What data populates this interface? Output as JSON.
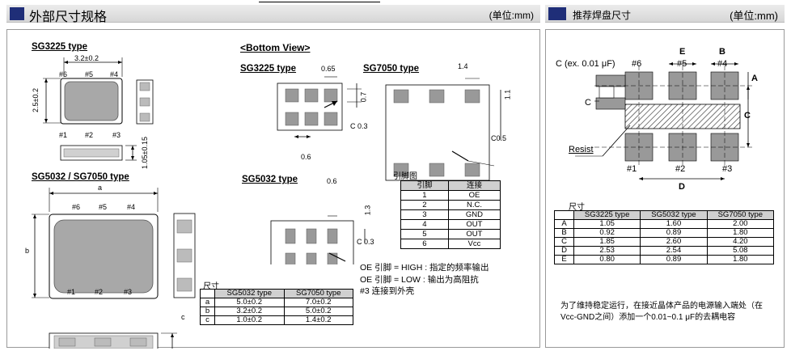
{
  "left_header": {
    "title": "外部尺寸规格",
    "unit": "(单位:mm)"
  },
  "right_header": {
    "title": "推荐焊盘尺寸",
    "unit": "(单位:mm)"
  },
  "sg3225": {
    "title": "SG3225 type",
    "width_dim": "3.2±0.2",
    "height_dim": "2.5±0.2",
    "thickness_dim": "1.05±0.15",
    "pins_top": [
      "#6",
      "#5",
      "#4"
    ],
    "pins_bottom": [
      "#1",
      "#2",
      "#3"
    ]
  },
  "sg5032": {
    "title": "SG5032 / SG7050 type",
    "a_label": "a",
    "b_label": "b",
    "c_label": "c",
    "pins_top": [
      "#6",
      "#5",
      "#4"
    ],
    "pins_bottom": [
      "#1",
      "#2",
      "#3"
    ]
  },
  "bottom_view": {
    "title": "<Bottom View>",
    "sg3225_title": "SG3225 type",
    "sg3225_dims": {
      "pitch": "0.65",
      "height": "0.7",
      "width": "0.6",
      "chamfer": "C 0.3"
    },
    "sg7050_title": "SG7050 type",
    "sg7050_dims": {
      "pitch": "1.4",
      "height": "1.1",
      "chamfer": "C0.5"
    },
    "sg5032_title": "SG5032 type",
    "sg5032_dims": {
      "pitch": "0.6",
      "height": "1.3",
      "chamfer": "C 0.3"
    }
  },
  "size_table": {
    "caption": "尺寸",
    "headers": [
      "",
      "SG5032 type",
      "SG7050 type"
    ],
    "rows": [
      [
        "a",
        "5.0±0.2",
        "7.0±0.2"
      ],
      [
        "b",
        "3.2±0.2",
        "5.0±0.2"
      ],
      [
        "c",
        "1.0±0.2",
        "1.4±0.2"
      ]
    ]
  },
  "pin_table": {
    "caption": "引脚图",
    "headers": [
      "引脚",
      "连接"
    ],
    "rows": [
      [
        "1",
        "OE"
      ],
      [
        "2",
        "N.C."
      ],
      [
        "3",
        "GND"
      ],
      [
        "4",
        "OUT"
      ],
      [
        "5",
        "OUT"
      ],
      [
        "6",
        "Vcc"
      ]
    ]
  },
  "oe_notes": [
    "OE 引脚 = HIGH : 指定的频率输出",
    "OE 引脚 = LOW : 输出为高阻抗",
    "#3 连接到外壳"
  ],
  "land": {
    "cap_label": "C (ex. 0.01 μF)",
    "c_label": "C",
    "resist_label": "Resist",
    "dim_E": "E",
    "dim_B": "B",
    "dim_A": "A",
    "dim_C": "C",
    "dim_D": "D",
    "pins_top": [
      "#6",
      "#5",
      "#4"
    ],
    "pins_bottom": [
      "#1",
      "#2",
      "#3"
    ]
  },
  "land_table": {
    "caption": "尺寸",
    "headers": [
      "",
      "SG3225 type",
      "SG5032 type",
      "SG7050 type"
    ],
    "rows": [
      [
        "A",
        "1.05",
        "1.60",
        "2.00"
      ],
      [
        "B",
        "0.92",
        "0.89",
        "1.80"
      ],
      [
        "C",
        "1.85",
        "2.60",
        "4.20"
      ],
      [
        "D",
        "2.53",
        "2.54",
        "5.08"
      ],
      [
        "E",
        "0.80",
        "0.89",
        "1.80"
      ]
    ]
  },
  "bottom_note": [
    "为了维持稳定运行，在接近晶体产品的电源输入端处（在",
    "Vcc-GND之间）添加一个0.01~0.1 μF的去耦电容"
  ]
}
